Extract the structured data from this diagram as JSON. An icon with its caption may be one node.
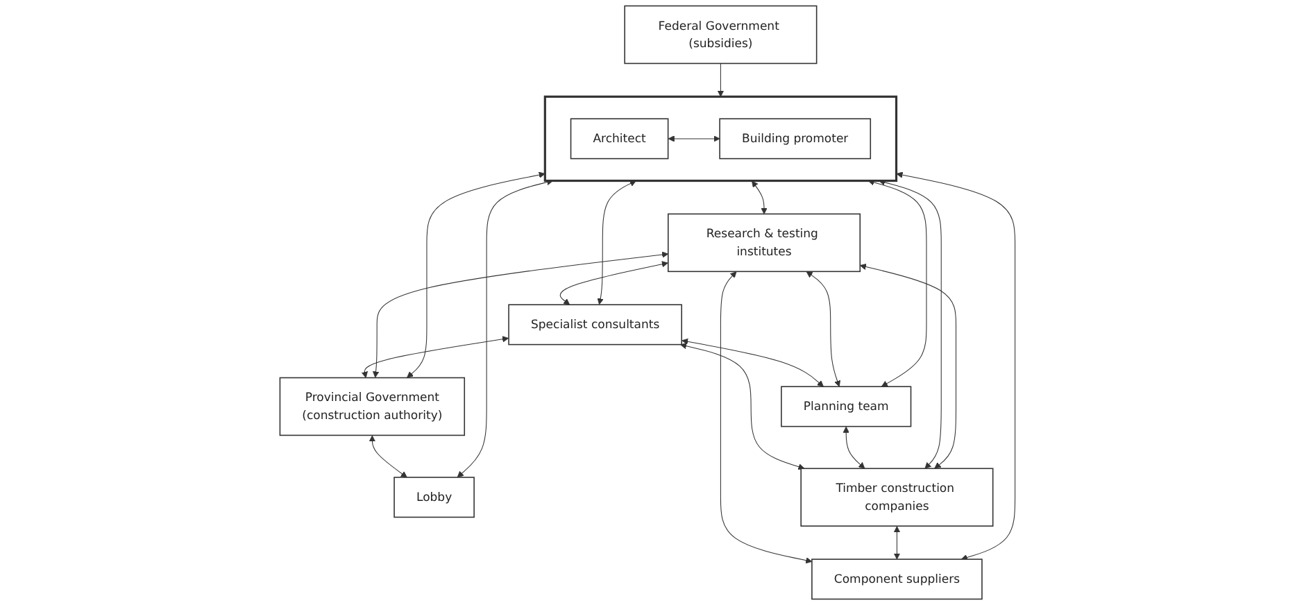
{
  "diagram": {
    "nodes": [
      {
        "text": [
          "Federal Government (subsidies)"
        ]
      },
      {
        "text": [
          "Provincial Government",
          "(construction authority)"
        ]
      },
      {
        "text": [
          "Lobby"
        ]
      },
      {
        "text": [
          "Specialist consultants"
        ]
      },
      {
        "text": [],
        "shape": "box"
      },
      {
        "text": [
          "Architect"
        ],
        "in": 4
      },
      {
        "text": [
          "Building promoter"
        ],
        "in": 4
      },
      {
        "text": [
          "Research & testing institutes"
        ]
      },
      {
        "text": [
          "Planning team"
        ]
      },
      {
        "text": [
          "Timber construction companies"
        ]
      },
      {
        "text": [
          "Component suppliers"
        ]
      }
    ],
    "edges": [
      {
        "from": 0,
        "to": 4,
        "arrow": "to"
      },
      {
        "from": 3,
        "to": 1,
        "arrow": "both"
      },
      {
        "from": 1,
        "to": 2,
        "arrow": "both"
      },
      {
        "from": 1,
        "to": 7,
        "arrow": "both"
      },
      {
        "from": 1,
        "to": 4,
        "arrow": "both"
      },
      {
        "from": 2,
        "to": 4,
        "arrow": "both"
      },
      {
        "from": 3,
        "to": 4,
        "arrow": "both"
      },
      {
        "from": 5,
        "to": 6,
        "arrow": "both"
      },
      {
        "from": 4,
        "to": 7,
        "arrow": "both"
      },
      {
        "from": 3,
        "to": 8,
        "arrow": "both"
      },
      {
        "from": 7,
        "to": 3,
        "arrow": "both"
      },
      {
        "from": 7,
        "to": 8,
        "arrow": "both"
      },
      {
        "from": 3,
        "to": 9,
        "arrow": "both"
      },
      {
        "from": 8,
        "to": 4,
        "arrow": "both"
      },
      {
        "from": 4,
        "to": 9,
        "arrow": "both"
      },
      {
        "from": 4,
        "to": 10,
        "arrow": "both"
      },
      {
        "from": 9,
        "to": 7,
        "arrow": "both"
      },
      {
        "from": 7,
        "to": 10,
        "arrow": "both"
      },
      {
        "from": 8,
        "to": 9,
        "arrow": "both"
      },
      {
        "from": 9,
        "to": 10,
        "arrow": "both"
      }
    ]
  }
}
